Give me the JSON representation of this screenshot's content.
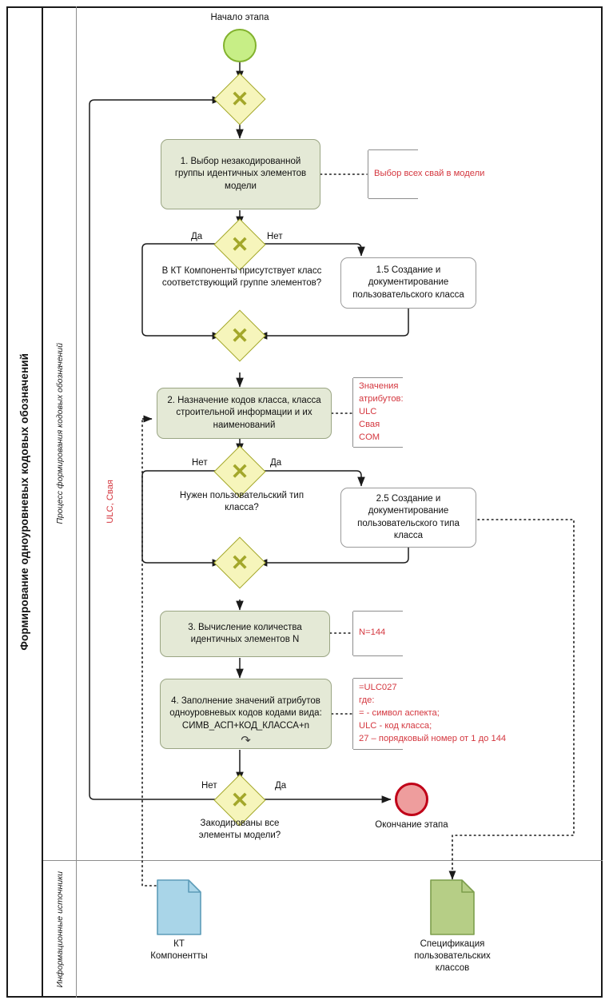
{
  "pool": {
    "title": "Формирование одноуровневых кодовых обозначений"
  },
  "lanes": [
    {
      "id": "process",
      "title": "Процесс формирования кодовых обозначений"
    },
    {
      "id": "sources",
      "title": "Информационные источники"
    }
  ],
  "events": {
    "start": {
      "label": "Начало этапа",
      "icon": "start-event-circle",
      "fill": "#c7ee86",
      "stroke": "#82b22e"
    },
    "end": {
      "label": "Окончание этапа",
      "icon": "end-event-circle",
      "fill": "#ee9d9d",
      "stroke": "#c00018"
    }
  },
  "gateways": [
    {
      "id": "g1",
      "symbol": "✕",
      "caption": "",
      "branch_left": "",
      "branch_right": ""
    },
    {
      "id": "g2",
      "symbol": "✕",
      "caption": "В КТ Компоненты присутствует класс соответствующий группе элементов?",
      "branch_left": "Да",
      "branch_right": "Нет"
    },
    {
      "id": "g3",
      "symbol": "✕",
      "caption": "",
      "branch_left": "",
      "branch_right": ""
    },
    {
      "id": "g4",
      "symbol": "✕",
      "caption": "Нужен пользовательский тип класса?",
      "branch_left": "Нет",
      "branch_right": "Да"
    },
    {
      "id": "g5",
      "symbol": "✕",
      "caption": "",
      "branch_left": "",
      "branch_right": ""
    },
    {
      "id": "g6",
      "symbol": "✕",
      "caption": "Закодированы все элементы модели?",
      "branch_left": "Нет",
      "branch_right": "Да"
    }
  ],
  "tasks": [
    {
      "id": "t1",
      "text": "1. Выбор незакодированной группы идентичных элементов модели",
      "style": "green",
      "loop": false
    },
    {
      "id": "t15",
      "text": "1.5 Создание и документирование пользовательского класса",
      "style": "gray",
      "loop": false
    },
    {
      "id": "t2",
      "text": "2. Назначение кодов класса, класса строительной информации и их наименований",
      "style": "green",
      "loop": false
    },
    {
      "id": "t25",
      "text": "2.5 Создание и документирование пользовательского типа класса",
      "style": "gray",
      "loop": false
    },
    {
      "id": "t3",
      "text": "3. Вычисление количества идентичных элементов N",
      "style": "green",
      "loop": false
    },
    {
      "id": "t4",
      "text": "4. Заполнение значений атрибутов одноуровневых кодов кодами вида: СИМВ_АСП+КОД_КЛАССА+n",
      "style": "green",
      "loop": true,
      "loop_icon": "loop-marker-icon"
    }
  ],
  "annotations": [
    {
      "id": "a1",
      "text": "Выбор всех свай в модели"
    },
    {
      "id": "a2",
      "text": "Значения атрибутов:\nULC\nСвая\nCOM"
    },
    {
      "id": "a3",
      "text": "N=144"
    },
    {
      "id": "a4",
      "text": "=ULC027\nгде:\n=  - символ аспекта;\nULC - код класса;\n27 – порядковый номер от 1 до 144"
    }
  ],
  "side_label": {
    "text": "ULC, Свая",
    "color": "#d4373f"
  },
  "documents": [
    {
      "id": "d1",
      "label": "КТ\nКомпонентты",
      "icon": "document-icon",
      "fill": "#a9d5e8",
      "stroke": "#5d9cb8"
    },
    {
      "id": "d2",
      "label": "Спецификация\nпользовательских\nклассов",
      "icon": "document-icon",
      "fill": "#b6ce86",
      "stroke": "#7d9e4c"
    }
  ],
  "colors": {
    "task_green_fill": "#e4e9d6",
    "task_green_stroke": "#9aa583",
    "gateway_fill": "#f6f5bb",
    "gateway_stroke": "#a3a72a",
    "annotation_text": "#d4373f",
    "flow_line": "#1a1a1a"
  }
}
